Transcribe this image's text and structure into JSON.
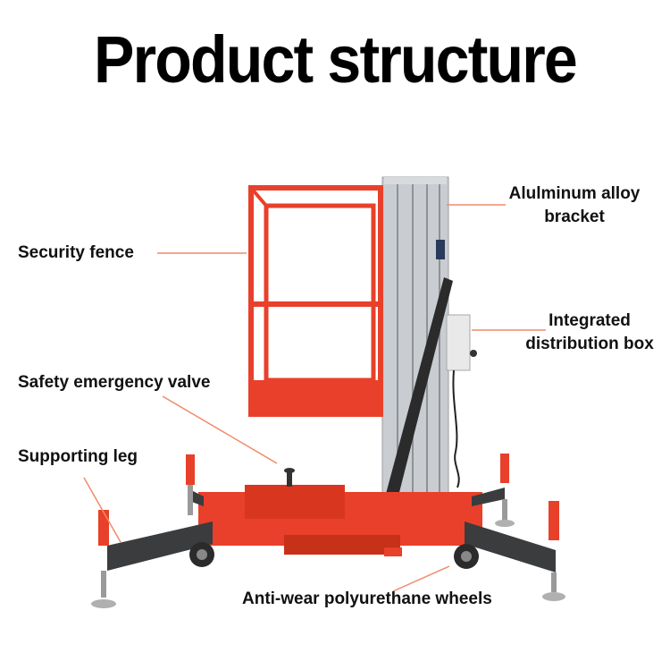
{
  "title": "Product structure",
  "labels": {
    "aluminum_line1": "Alulminum alloy",
    "aluminum_line2": "bracket",
    "security_fence": "Security fence",
    "distribution_line1": "Integrated",
    "distribution_line2": "distribution box",
    "emergency_valve": "Safety emergency valve",
    "supporting_leg": "Supporting leg",
    "wheels": "Anti-wear polyurethane wheels"
  },
  "colors": {
    "accent_red": "#e8402a",
    "leader_line": "#f08a6a",
    "aluminum": "#c9ccd0",
    "leg_dark": "#3a3c3e"
  }
}
